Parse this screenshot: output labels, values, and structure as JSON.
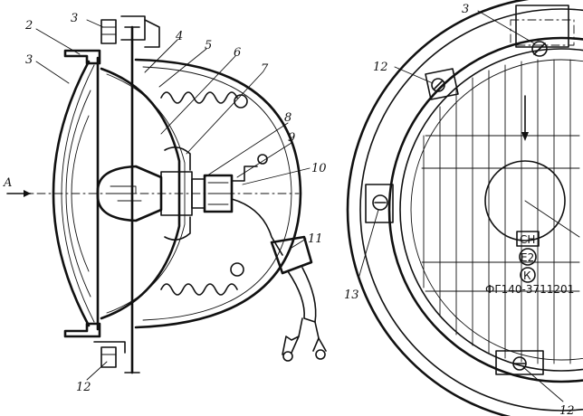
{
  "side_view": {
    "callouts": [
      "3",
      "2",
      "3",
      "4",
      "5",
      "6",
      "7",
      "8",
      "9",
      "10",
      "11",
      "12"
    ],
    "axis_label": "A"
  },
  "front_view": {
    "callouts": [
      "3",
      "12",
      "13",
      "12"
    ],
    "lens_marks": [
      "СН",
      "E2",
      "К",
      "ФГ140-3711201"
    ]
  }
}
